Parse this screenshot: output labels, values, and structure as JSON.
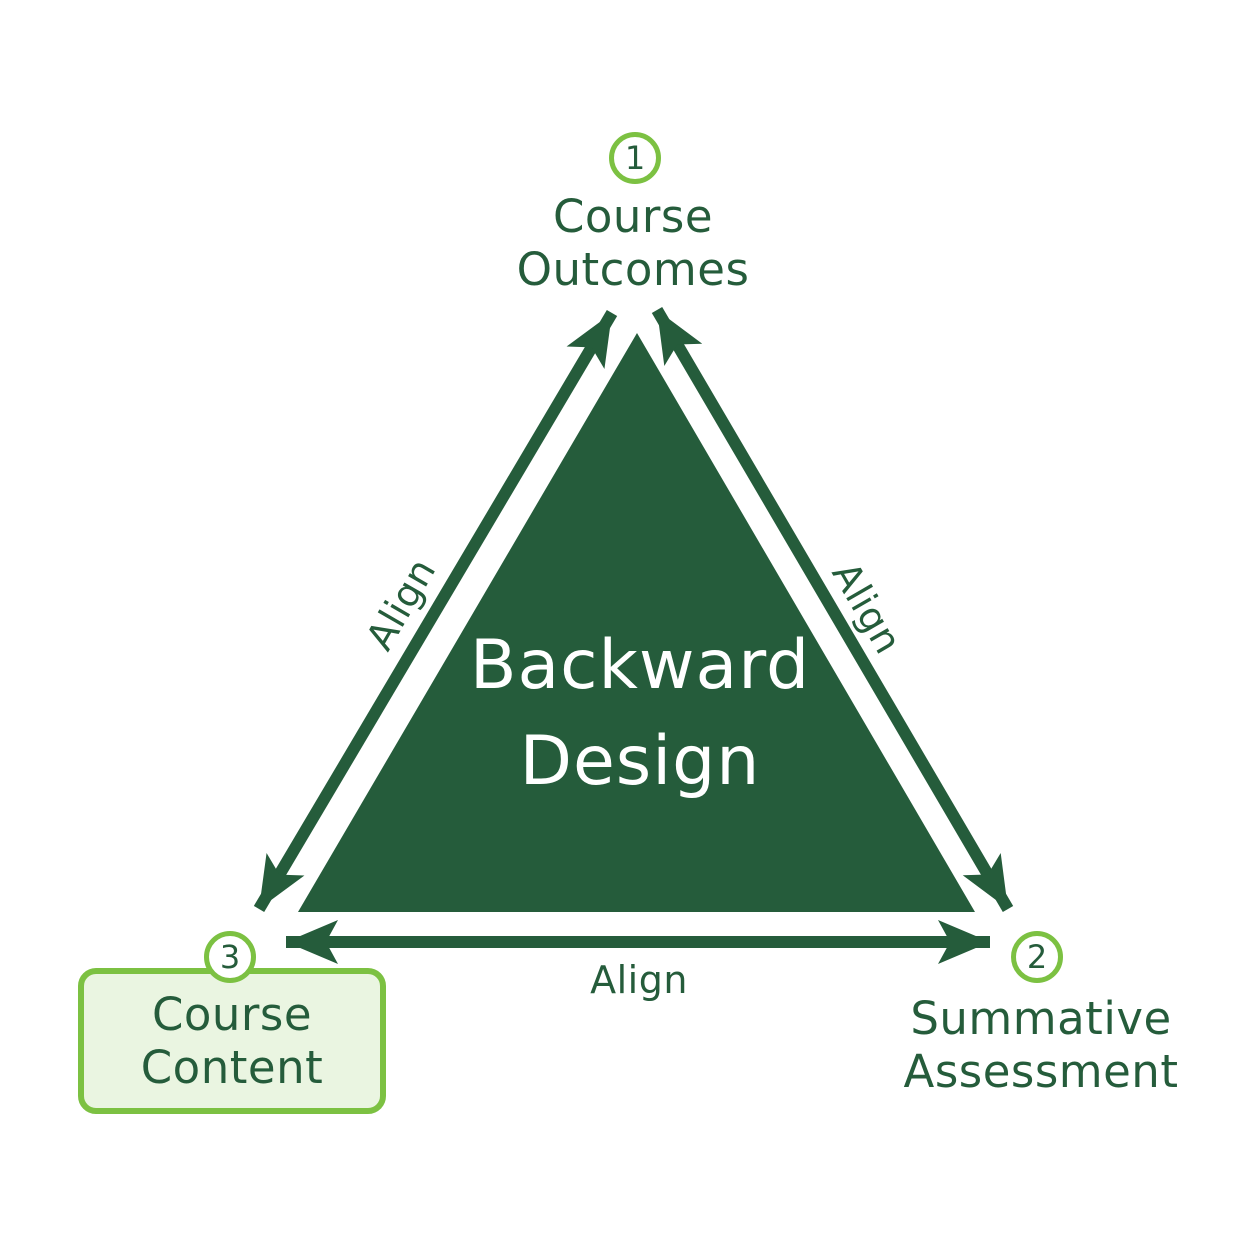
{
  "colors": {
    "dark_green": "#255C3B",
    "bright_green": "#7CC142",
    "pale_green": "#EAF5E1",
    "white": "#FFFFFF"
  },
  "triangle": {
    "title_line1": "Backward",
    "title_line2": "Design"
  },
  "steps": {
    "outcomes": {
      "number": "1",
      "line1": "Course",
      "line2": "Outcomes"
    },
    "assessment": {
      "number": "2",
      "line1": "Summative",
      "line2": "Assessment"
    },
    "content": {
      "number": "3",
      "line1": "Course",
      "line2": "Content"
    }
  },
  "edge_labels": {
    "left": "Align",
    "right": "Align",
    "bottom": "Align"
  }
}
